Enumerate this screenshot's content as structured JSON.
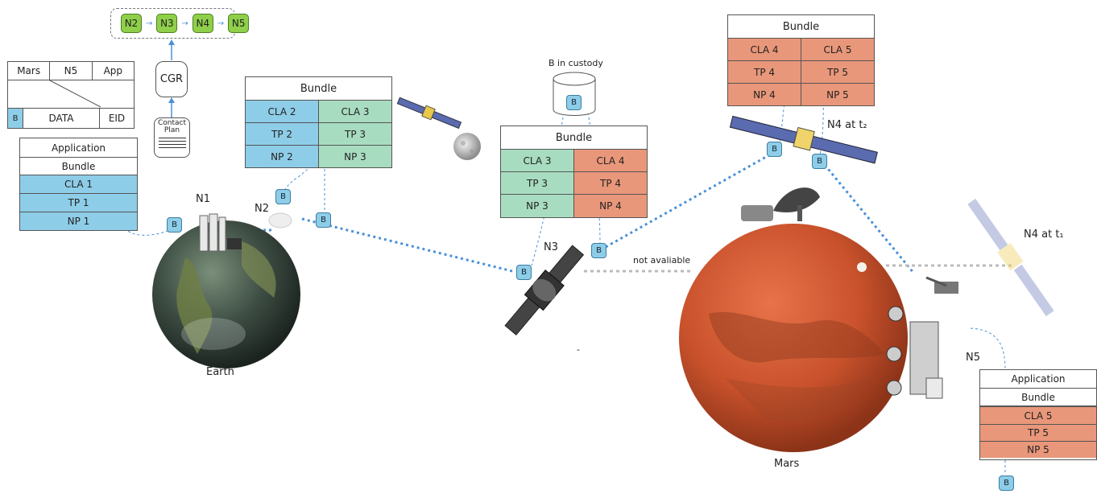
{
  "route": {
    "nodes": [
      "N2",
      "N3",
      "N4",
      "N5"
    ],
    "arrow": "→"
  },
  "cgr": {
    "label": "CGR"
  },
  "contact_plan": {
    "label_line1": "Contact",
    "label_line2": "Plan"
  },
  "eid_table": {
    "header": [
      "Mars",
      "N5",
      "App"
    ],
    "b": "B",
    "data": "DATA",
    "eid": "EID"
  },
  "stack_n1": {
    "rows": [
      "Application",
      "Bundle",
      "CLA 1",
      "TP 1",
      "NP 1"
    ]
  },
  "stack_n2": {
    "title": "Bundle",
    "left": [
      "CLA 2",
      "TP 2",
      "NP 2"
    ],
    "right": [
      "CLA 3",
      "TP 3",
      "NP 3"
    ]
  },
  "stack_n3": {
    "title": "Bundle",
    "left": [
      "CLA 3",
      "TP 3",
      "NP 3"
    ],
    "right": [
      "CLA 4",
      "TP 4",
      "NP 4"
    ]
  },
  "stack_n4": {
    "title": "Bundle",
    "left": [
      "CLA 4",
      "TP 4",
      "NP 4"
    ],
    "right": [
      "CLA 5",
      "TP 5",
      "NP 5"
    ]
  },
  "stack_n5": {
    "rows": [
      "Application",
      "Bundle",
      "CLA 5",
      "TP 5",
      "NP 5"
    ]
  },
  "custody": {
    "label": "B in custody",
    "b": "B"
  },
  "bundle_marker": "B",
  "labels": {
    "n1": "N1",
    "n2": "N2",
    "n3": "N3",
    "n4_t2": "N4 at t₂",
    "n4_t1": "N4 at t₁",
    "n5": "N5",
    "earth": "Earth",
    "mars": "Mars",
    "not_available": "not avaliable",
    "dash": "-"
  },
  "colors": {
    "earth_stack": "#8ecde8",
    "relay_stack": "#a8dcc1",
    "mars_stack": "#e9977a",
    "route_node": "#8fcf4a",
    "link": "#4a90d9",
    "unavailable_link": "#bbbbbb"
  },
  "icons": [
    "earth-globe",
    "mars-globe",
    "moon",
    "ground-station-antenna",
    "orbiter-satellite",
    "relay-satellite",
    "rover",
    "lander-dish"
  ]
}
